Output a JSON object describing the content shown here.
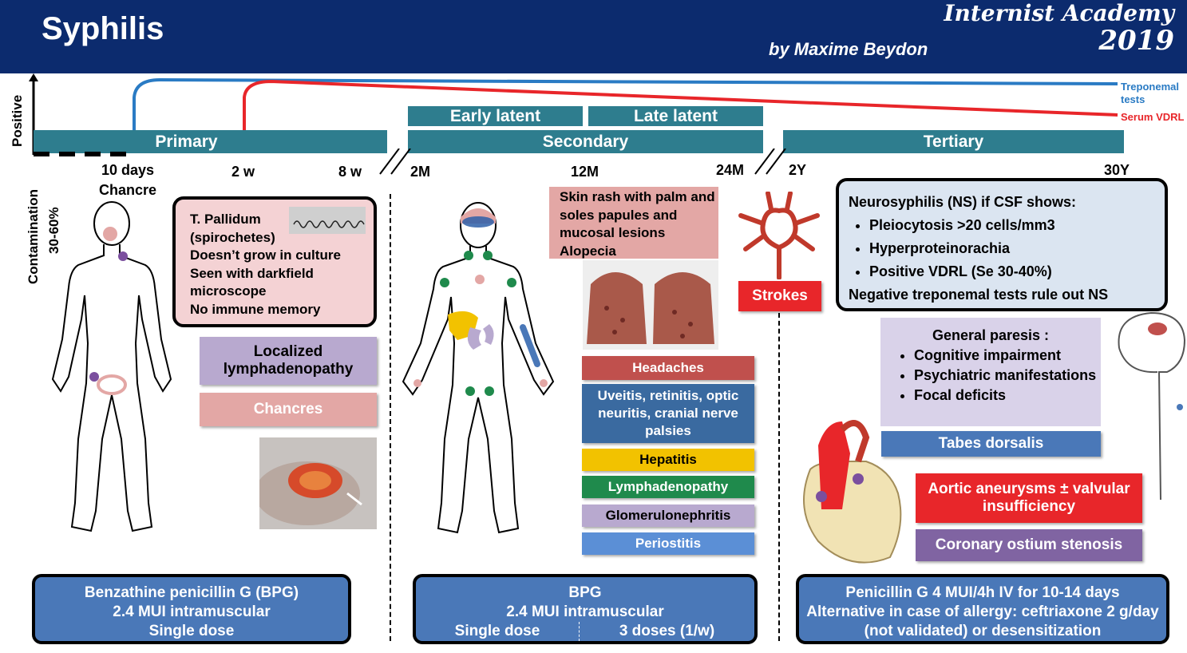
{
  "header": {
    "title": "Syphilis",
    "brand_line1": "Internist Academy",
    "brand_line2": "2019",
    "byline": "by Maxime Beydon"
  },
  "axis": {
    "y_label": "Positive",
    "contamination_label": "Contamination",
    "contamination_rate": "30-60%"
  },
  "curves": {
    "treponemal": "Treponemal tests",
    "vdrl": "Serum VDRL"
  },
  "stages": {
    "primary": "Primary",
    "secondary": "Secondary",
    "tertiary": "Tertiary",
    "early_latent": "Early latent",
    "late_latent": "Late latent"
  },
  "ticks": {
    "t10d": "10 days",
    "chancre": "Chancre",
    "t2w": "2 w",
    "t8w": "8 w",
    "t2m": "2M",
    "t12m": "12M",
    "t24m": "24M",
    "t2y": "2Y",
    "t30y": "30Y"
  },
  "primary": {
    "pallidum_lines": [
      "T. Pallidum",
      "(spirochetes)",
      "Doesn’t grow in culture",
      "Seen with darkfield",
      "microscope",
      "No immune memory"
    ],
    "lymph": "Localized lymphadenopathy",
    "chancres": "Chancres"
  },
  "secondary": {
    "rash": "Skin rash with palm and soles papules and mucosal lesions Alopecia",
    "headaches": "Headaches",
    "uveitis": "Uveitis, retinitis, optic neuritis, cranial nerve palsies",
    "hepatitis": "Hepatitis",
    "lymph": "Lymphadenopathy",
    "glomerulo": "Glomerulonephritis",
    "periostitis": "Periostitis",
    "strokes": "Strokes"
  },
  "tertiary": {
    "ns_title": "Neurosyphilis (NS) if CSF shows:",
    "ns_items": [
      "Pleiocytosis >20 cells/mm3",
      "Hyperproteinorachia",
      "Positive VDRL (Se 30-40%)"
    ],
    "ns_footer": "Negative treponemal tests rule out NS",
    "paresis_title": "General paresis :",
    "paresis_items": [
      "Cognitive impairment",
      "Psychiatric manifestations",
      "Focal deficits"
    ],
    "tabes": "Tabes dorsalis",
    "aortic": "Aortic aneurysms ± valvular insufficiency",
    "coronary": "Coronary ostium stenosis"
  },
  "treatment": {
    "primary": [
      "Benzathine penicillin G (BPG)",
      "2.4 MUI intramuscular",
      "Single dose"
    ],
    "secondary": {
      "l1": "BPG",
      "l2": "2.4 MUI intramuscular",
      "left": "Single dose",
      "right": "3 doses (1/w)"
    },
    "tertiary": [
      "Penicillin G 4 MUI/4h IV for 10-14 days",
      "Alternative in case of allergy: ceftriaxone 2 g/day (not validated) or desensitization"
    ]
  },
  "colors": {
    "header": "#0c2b6e",
    "stage": "#2e7d8e",
    "treponemal": "#2a7bc4",
    "vdrl": "#e8262a",
    "pink": "#e3a7a5",
    "lavender": "#b8a9cf",
    "blue": "#4a78b8",
    "red": "#e8262a"
  }
}
